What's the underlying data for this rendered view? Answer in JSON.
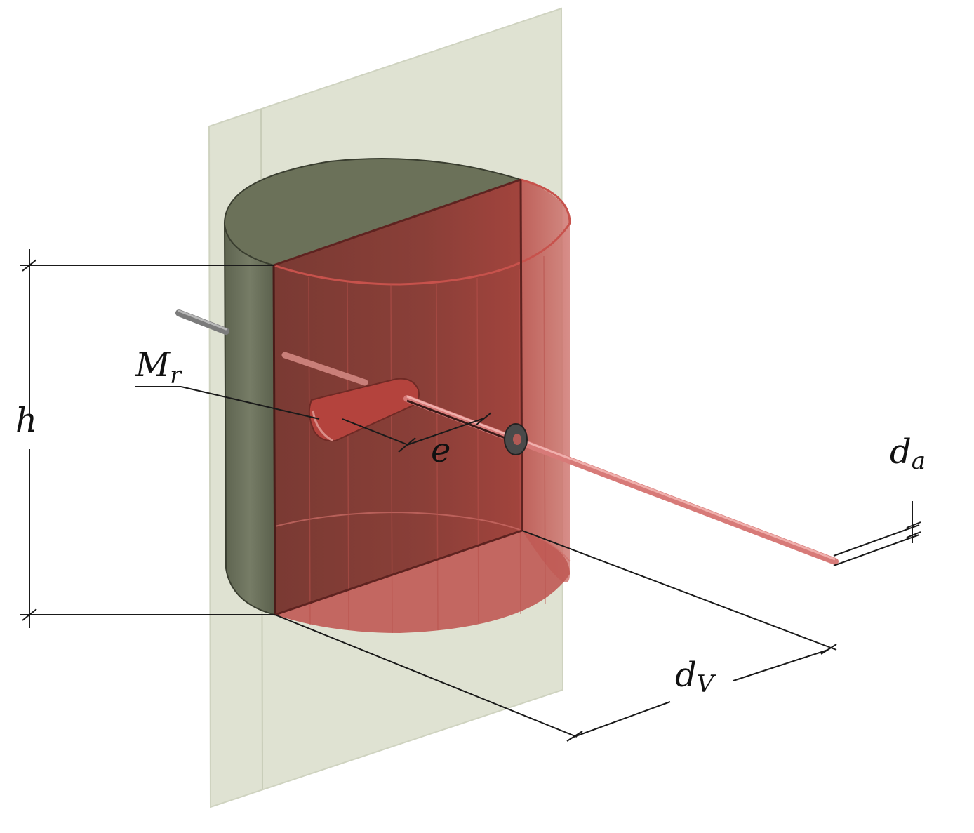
{
  "labels": {
    "height": "h",
    "moment": {
      "base": "M",
      "subscript": "r"
    },
    "eccentricity": "e",
    "diameter_a": {
      "base": "d",
      "subscript": "a"
    },
    "diameter_v": {
      "base": "d",
      "subscript": "V"
    }
  },
  "colors": {
    "wall_plane": "#dfe2d2",
    "cylinder_grey": "#6b7159",
    "cylinder_red": "#b5433d",
    "rod_red": "#d77a78",
    "dimension_line": "#1a1a1a"
  }
}
